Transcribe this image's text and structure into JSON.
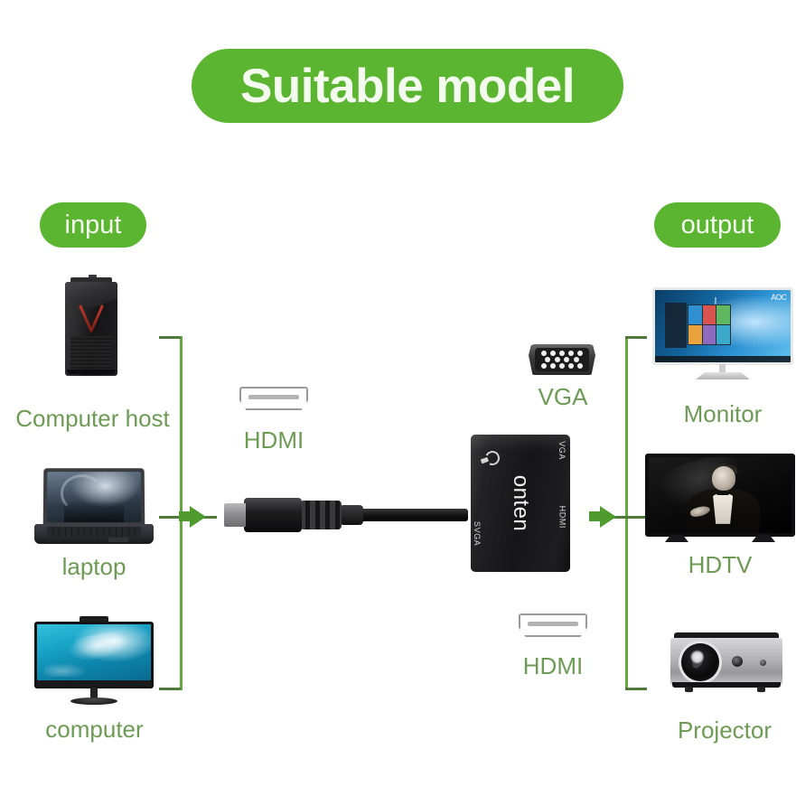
{
  "header": {
    "title": "Suitable model"
  },
  "sections": {
    "input_label": "input",
    "output_label": "output"
  },
  "input_devices": [
    {
      "name": "Computer host",
      "icon": "pc-tower-icon"
    },
    {
      "name": "laptop",
      "icon": "laptop-icon"
    },
    {
      "name": "computer",
      "icon": "all-in-one-computer-icon"
    }
  ],
  "output_devices": [
    {
      "name": "Monitor",
      "icon": "monitor-icon"
    },
    {
      "name": "HDTV",
      "icon": "hdtv-icon"
    },
    {
      "name": "Projector",
      "icon": "projector-icon"
    }
  ],
  "input_connector": {
    "label": "HDMI",
    "icon": "hdmi-port-icon"
  },
  "output_connectors": [
    {
      "label": "VGA",
      "icon": "vga-port-icon"
    },
    {
      "label": "HDMI",
      "icon": "hdmi-port-icon"
    }
  ],
  "adapter": {
    "brand": "onten",
    "ports": {
      "audio": "audio-jack-icon",
      "vga": "VGA",
      "hdmi": "HDMI",
      "svga": "SVGA"
    },
    "cable": "hdmi-male-plug"
  },
  "monitor_screen": {
    "brand_logo": "AOC"
  },
  "colors": {
    "pill_green": "#5cb531",
    "pill_text": "#f4fbf0",
    "caption_green": "#6d9b55",
    "bracket_green": "#63a83f",
    "arrow_green": "#4f9b2e",
    "port_outline_gray": "#9a9a9a",
    "background": "#ffffff"
  }
}
